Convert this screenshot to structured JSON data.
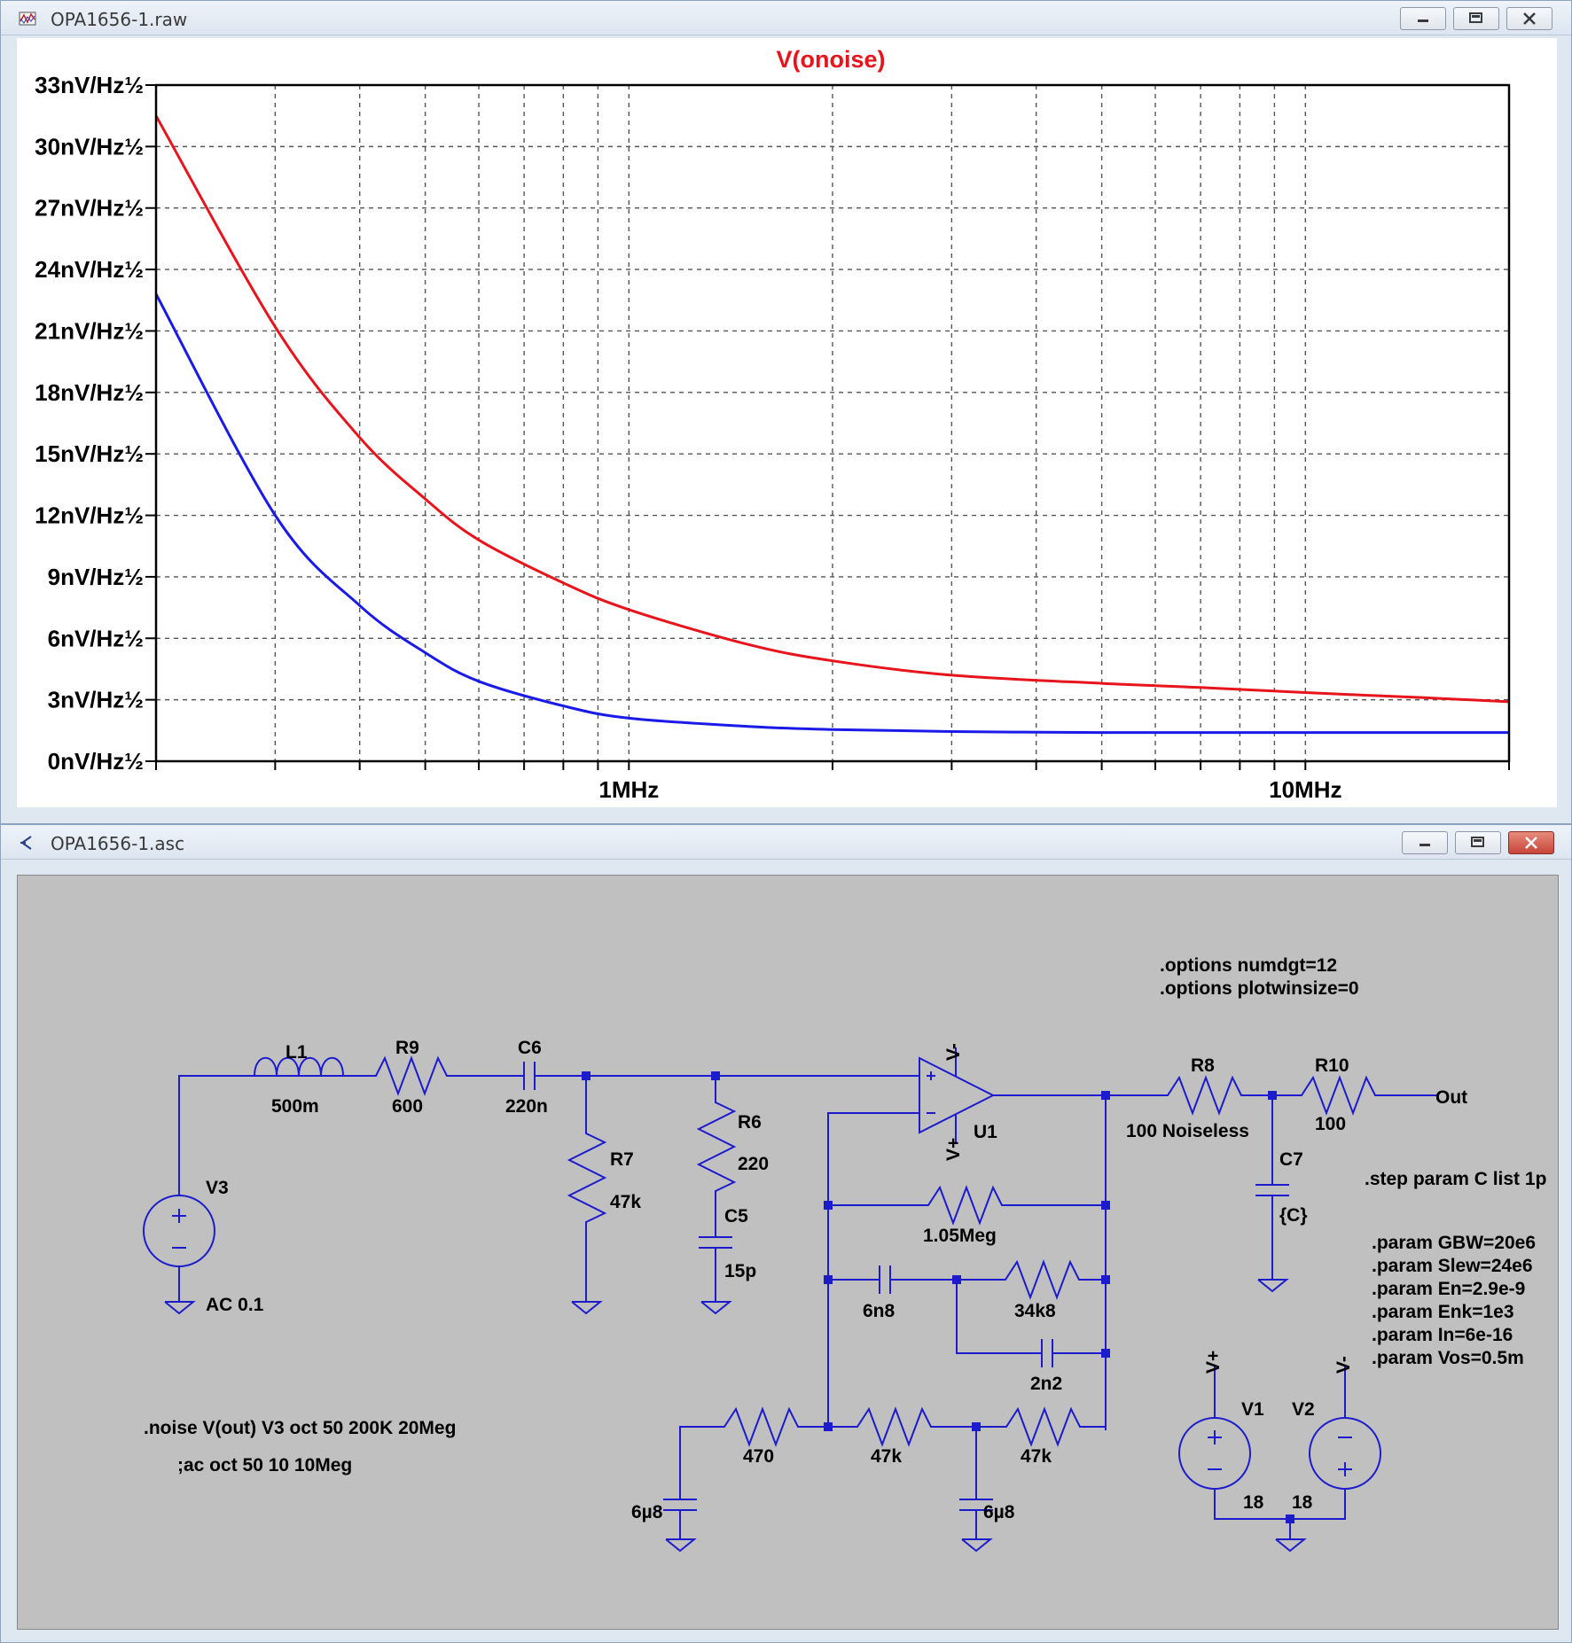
{
  "plot_window": {
    "title": "OPA1656-1.raw",
    "trace_label": "V(onoise)"
  },
  "schematic_window": {
    "title": "OPA1656-1.asc"
  },
  "chart_data": {
    "type": "line",
    "title": "V(onoise)",
    "x_scale": "log",
    "xlim_hz": [
      200000,
      20000000
    ],
    "x_tick_labels": [
      "1MHz",
      "10MHz"
    ],
    "ylim": [
      0,
      33
    ],
    "y_tick_values": [
      0,
      3,
      6,
      9,
      12,
      15,
      18,
      21,
      24,
      27,
      30,
      33
    ],
    "y_tick_labels": [
      "0nV/Hz½",
      "3nV/Hz½",
      "6nV/Hz½",
      "9nV/Hz½",
      "12nV/Hz½",
      "15nV/Hz½",
      "18nV/Hz½",
      "21nV/Hz½",
      "24nV/Hz½",
      "27nV/Hz½",
      "30nV/Hz½",
      "33nV/Hz½"
    ],
    "grid": true,
    "x": [
      200000,
      300000,
      400000,
      500000,
      600000,
      800000,
      1000000,
      1500000,
      2000000,
      3000000,
      5000000,
      7000000,
      10000000,
      15000000,
      20000000
    ],
    "series": [
      {
        "color": "#e8141c",
        "values": [
          31.5,
          21.2,
          15.8,
          12.8,
          10.8,
          8.7,
          7.4,
          5.7,
          4.9,
          4.2,
          3.8,
          3.6,
          3.35,
          3.1,
          2.9
        ]
      },
      {
        "color": "#1a1ae8",
        "values": [
          22.8,
          12.0,
          7.6,
          5.3,
          3.9,
          2.7,
          2.1,
          1.7,
          1.55,
          1.45,
          1.4,
          1.4,
          1.4,
          1.4,
          1.4
        ]
      }
    ]
  },
  "schematic": {
    "labels": {
      "L1": "L1",
      "L1_val": "500m",
      "R9": "R9",
      "R9_val": "600",
      "C6": "C6",
      "C6_val": "220n",
      "R7": "R7",
      "R7_val": "47k",
      "R6": "R6",
      "R6_val": "220",
      "C5": "C5",
      "C5_val": "15p",
      "V3": "V3",
      "V3_val": "AC 0.1",
      "U1": "U1",
      "vminus": "V-",
      "vplus": "V+",
      "R8": "R8",
      "R8_val": "100 Noiseless",
      "R10": "R10",
      "R10_val": "100",
      "out": "Out",
      "C7": "C7",
      "C7_val": "{C}",
      "rf_val": "1.05Meg",
      "c_6n8": "6n8",
      "r_34k8": "34k8",
      "c_2n2": "2n2",
      "r_470": "470",
      "r_47k_a": "47k",
      "r_47k_b": "47k",
      "c_6u8_a": "6µ8",
      "c_6u8_b": "6µ8",
      "V1": "V1",
      "V2": "V2",
      "V1_val": "18",
      "V2_val": "18"
    },
    "directives": {
      "opt1": ".options numdgt=12",
      "opt2": ".options plotwinsize=0",
      "step": ".step param C list 1p",
      "p1": ".param GBW=20e6",
      "p2": ".param Slew=24e6",
      "p3": ".param En=2.9e-9",
      "p4": ".param Enk=1e3",
      "p5": ".param In=6e-16",
      "p6": ".param Vos=0.5m",
      "noise": ".noise V(out) V3 oct 50 200K 20Meg",
      "ac": ";ac oct 50 10 10Meg"
    }
  }
}
